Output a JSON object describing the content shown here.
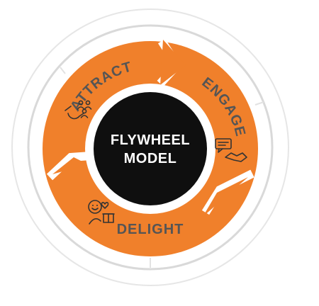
{
  "hub": {
    "line1": "FLYWHEEL",
    "line2": "MODEL"
  },
  "stages": [
    {
      "label": "ATTRACT",
      "icon": "magnet-people-icon"
    },
    {
      "label": "ENGAGE",
      "icon": "chat-handshake-icon"
    },
    {
      "label": "DELIGHT",
      "icon": "happy-gift-icon"
    }
  ],
  "colors": {
    "accent": "#f0802b",
    "hub": "#0f0f0f",
    "label": "#555555",
    "ring": "#e0e0e0"
  }
}
